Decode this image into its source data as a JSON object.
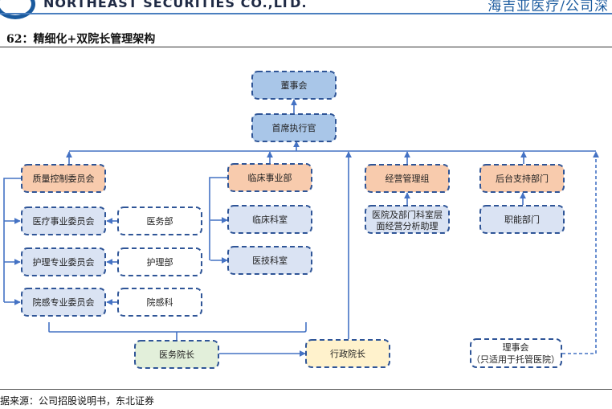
{
  "header": {
    "company_name": "NORTHEAST SECURITIES CO.,LTD.",
    "report_title": "海吉亚医疗/公司深"
  },
  "figure": {
    "title": "62：精细化+双院长管理架构",
    "source": "据来源：公司招股说明书，东北证券"
  },
  "colors": {
    "board_fill": "#a9c6e8",
    "orange_fill": "#f8cbad",
    "light_blue_fill": "#dae3f3",
    "green_fill": "#e2efda",
    "yellow_fill": "#fff2cc",
    "white_fill": "#ffffff",
    "border": "#2f5597",
    "line": "#4472c4"
  },
  "nodes": {
    "board": "董事会",
    "ceo": "首席执行官",
    "quality_committee": "质量控制委员会",
    "medical_committee": "医疗事业委员会",
    "nursing_committee": "护理专业委员会",
    "infection_committee": "院感专业委员会",
    "medical_affairs_dept": "医务部",
    "nursing_dept": "护理部",
    "infection_dept": "院感科",
    "clinical_division": "临床事业部",
    "clinical_departments": "临床科室",
    "medtech_departments": "医技科室",
    "operations_group": "经营管理组",
    "operations_assistant_line1": "医院及部门科室层",
    "operations_assistant_line2": "面经营分析助理",
    "back_office": "后台支持部门",
    "functional_depts": "职能部门",
    "medical_president": "医务院长",
    "admin_president": "行政院长",
    "council_line1": "理事会",
    "council_line2": "（只适用于托管医院）"
  }
}
